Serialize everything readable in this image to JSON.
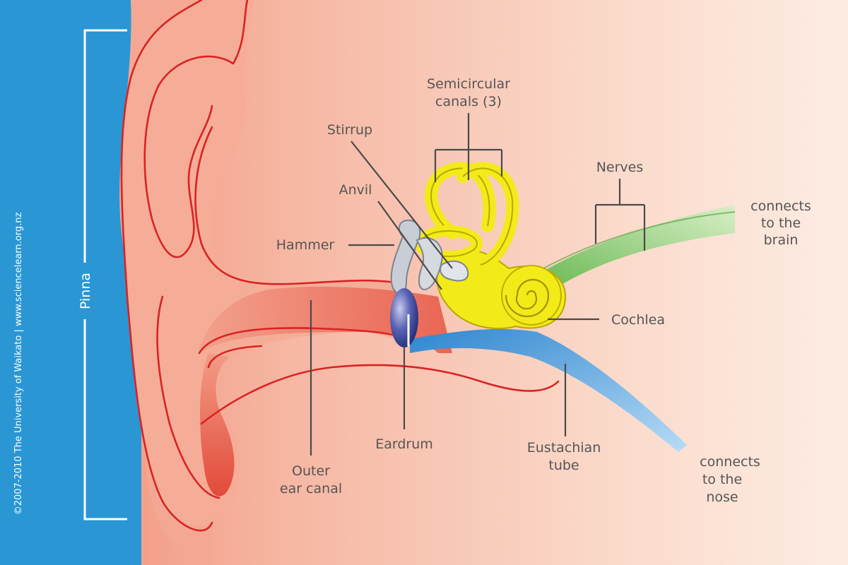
{
  "colors": {
    "side_panel": "#2a96d4",
    "skin_light": "#fce6dc",
    "skin_mid": "#f6b8a4",
    "skin_deep": "#ec7a62",
    "outline_red": "#d92323",
    "ossicle_grey": "#c9ced6",
    "eardrum_blue": "#4a55a8",
    "inner_ear_yellow": "#f3ea1a",
    "nerve_green": "#8ccf6a",
    "eustachian_blue": "#5aa6e0",
    "label_text": "#555555"
  },
  "labels": {
    "semicircular_line1": "Semicircular",
    "semicircular_line2": "canals (3)",
    "stirrup": "Stirrup",
    "anvil": "Anvil",
    "hammer": "Hammer",
    "nerves": "Nerves",
    "brain_line1": "connects",
    "brain_line2": "to the",
    "brain_line3": "brain",
    "cochlea": "Cochlea",
    "eardrum": "Eardrum",
    "eustachian_line1": "Eustachian",
    "eustachian_line2": "tube",
    "outer_canal_line1": "Outer",
    "outer_canal_line2": "ear canal",
    "nose_line1": "connects",
    "nose_line2": "to the",
    "nose_line3": "nose",
    "pinna": "Pinna"
  },
  "copyright": "©2007-2010 The University of Waikato | www.sciencelearn.org.nz"
}
